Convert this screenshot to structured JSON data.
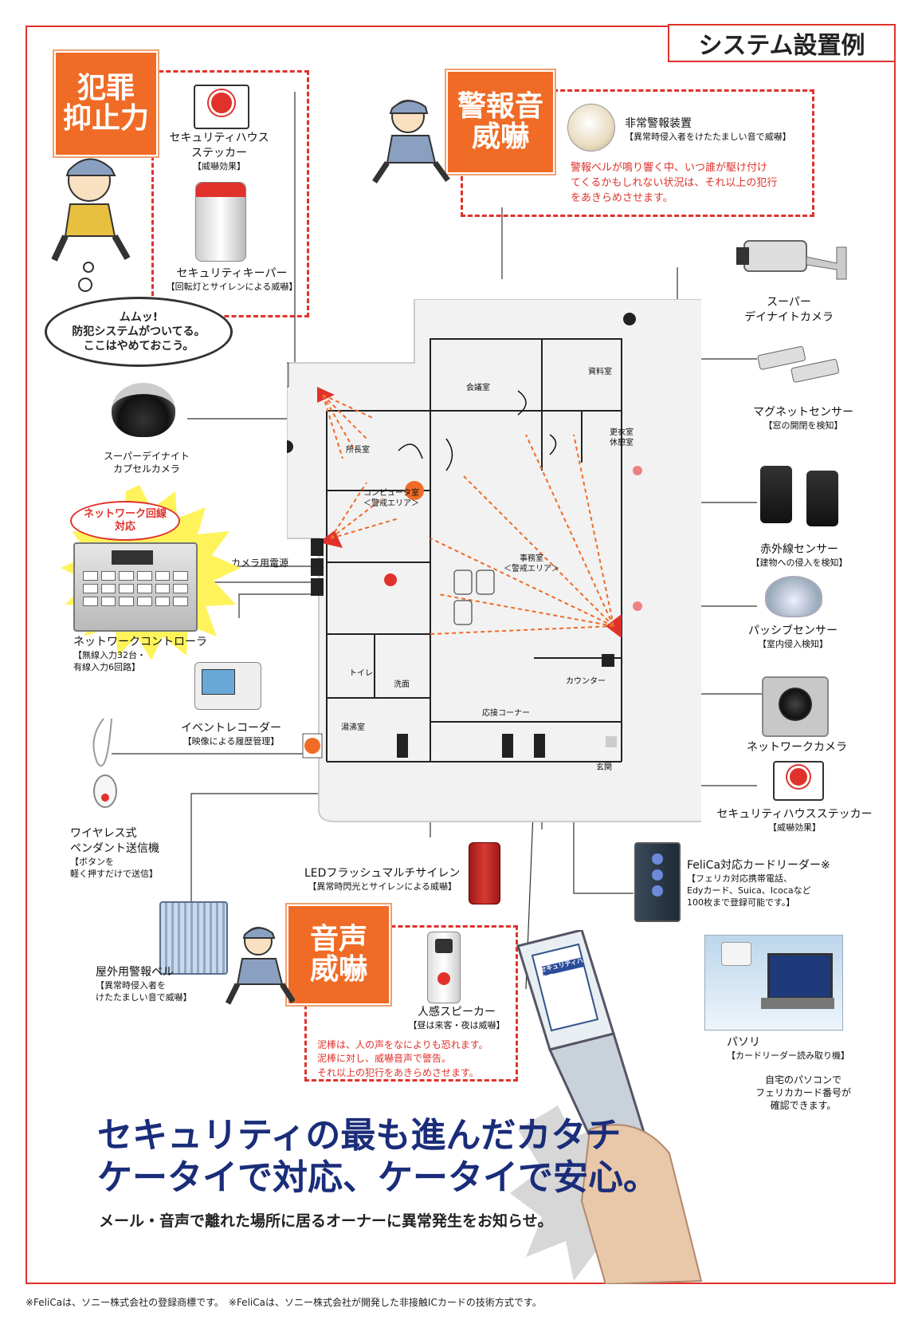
{
  "title": "システム設置例",
  "crime_box": {
    "badge": [
      "犯罪",
      "抑止力"
    ],
    "sticker_name": "セキュリティハウス",
    "sticker_name2": "ステッカー",
    "sticker_note": "【威嚇効果】",
    "keeper_name": "セキュリティキーパー",
    "keeper_note": "【回転灯とサイレンによる威嚇】",
    "bubble": [
      "ムムッ!",
      "防犯システムがついてる。",
      "ここはやめておこう。"
    ]
  },
  "alarm_box": {
    "badge": [
      "警報音",
      "威嚇"
    ],
    "device_name": "非常警報装置",
    "device_note": "【異常時侵入者をけたたましい音で威嚇】",
    "desc": [
      "警報ベルが鳴り響く中、いつ誰が駆け付け",
      "てくるかもしれない状況は、それ以上の犯行",
      "をあきらめさせます。"
    ]
  },
  "voice_box": {
    "badge": [
      "音声",
      "威嚇"
    ],
    "device_name": "人感スピーカー",
    "device_note": "【昼は来客・夜は威嚇】",
    "desc": [
      "泥棒は、人の声をなによりも恐れます。",
      "泥棒に対し、威嚇音声で警告。",
      "それ以上の犯行をあきらめさせます。"
    ]
  },
  "left_devices": {
    "dome_camera": [
      "スーパーデイナイト",
      "カプセルカメラ"
    ],
    "network_badge": [
      "ネットワーク回線",
      "対応"
    ],
    "controller_name": "ネットワークコントローラ",
    "controller_note": [
      "【無線入力32台・",
      "有線入力6回路】"
    ],
    "recorder_name": "イベントレコーダー",
    "recorder_note": "【映像による履歴管理】",
    "pendant_name": [
      "ワイヤレス式",
      "ペンダント送信機"
    ],
    "pendant_note": [
      "【ボタンを",
      "軽く押すだけで送信】"
    ],
    "bell_name": "屋外用警報ベル",
    "bell_note": [
      "【異常時侵入者を",
      "けたたましい音で威嚇】"
    ]
  },
  "right_devices": {
    "camera_name": [
      "スーパー",
      "デイナイトカメラ"
    ],
    "magnet_name": "マグネットセンサー",
    "magnet_note": "【窓の開閉を検知】",
    "infrared_name": "赤外線センサー",
    "infrared_note": "【建物への侵入を検知】",
    "passive_name": "パッシブセンサー",
    "passive_note": "【室内侵入検知】",
    "netcam_name": "ネットワークカメラ",
    "sticker_name": "セキュリティハウスステッカー",
    "sticker_note": "【威嚇効果】",
    "felica_name": "FeliCa対応カードリーダー※",
    "felica_note": [
      "【フェリカ対応携帯電話、",
      "Edyカード、Suica、Icocaなど",
      "100枚まで登録可能です。】"
    ],
    "pc_name": "パソリ",
    "pc_note": "【カードリーダー読み取り機】",
    "pc_desc": [
      "自宅のパソコンで",
      "フェリカカード番号が",
      "確認できます。"
    ]
  },
  "siren": {
    "name": "LEDフラッシュマルチサイレン",
    "note": "【異常時閃光とサイレンによる威嚇】"
  },
  "floor": {
    "camera_power": "カメラ用電源",
    "rooms": {
      "meeting": "会議室",
      "archive": "資料室",
      "director": "所長室",
      "locker": "更衣室",
      "rest": "休憩室",
      "computer": "コンピュータ室",
      "computer_zone": "＜警戒エリア＞",
      "office": "事務室",
      "office_zone": "＜警戒エリア＞",
      "toilet": "トイレ",
      "wash": "洗面",
      "kitchen": "湯沸室",
      "counter": "カウンター",
      "reception": "応接コーナー",
      "entrance": "玄関"
    }
  },
  "phone_screen": "セキュリティハウス",
  "headline": [
    "セキュリティの最も進んだカタチ",
    "ケータイで対応、ケータイで安心。"
  ],
  "subline": "メール・音声で離れた場所に居るオーナーに異常発生をお知らせ。",
  "footnote": "※FeliCaは、ソニー株式会社の登録商標です。　※FeliCaは、ソニー株式会社が開発した非接触ICカードの技術方式です。",
  "colors": {
    "accent": "#e0322b",
    "badge": "#ef6b26",
    "headline": "#1a2d7a"
  }
}
